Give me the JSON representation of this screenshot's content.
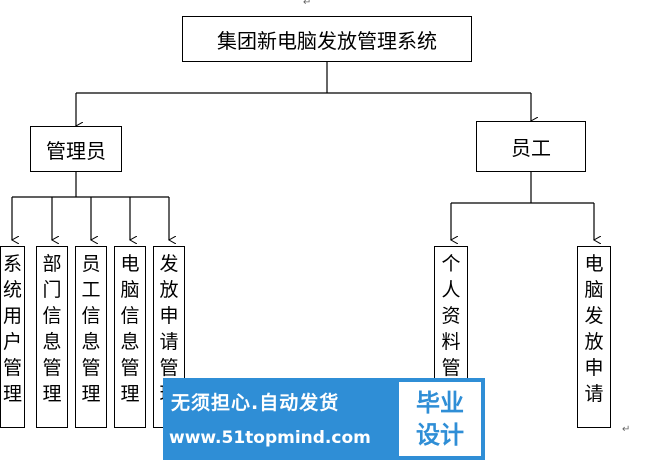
{
  "root": {
    "label": "集团新电脑发放管理系统"
  },
  "admin": {
    "label": "管理员",
    "children": [
      "系统用户管理",
      "部门信息管理",
      "员工信息管理",
      "电脑信息管理",
      "发放申请管理"
    ]
  },
  "employee": {
    "label": "员工",
    "children": [
      "个人资料管理",
      "电脑发放申请"
    ]
  },
  "watermark": {
    "slogan": "无须担心.自动发货",
    "url": "www.51topmind.com",
    "badge_line1": "毕业",
    "badge_line2": "设计"
  },
  "paragraph_mark": "↵",
  "colors": {
    "line": "#000000",
    "watermark_bg": "#2f8ed6",
    "watermark_text": "#ffffff"
  }
}
